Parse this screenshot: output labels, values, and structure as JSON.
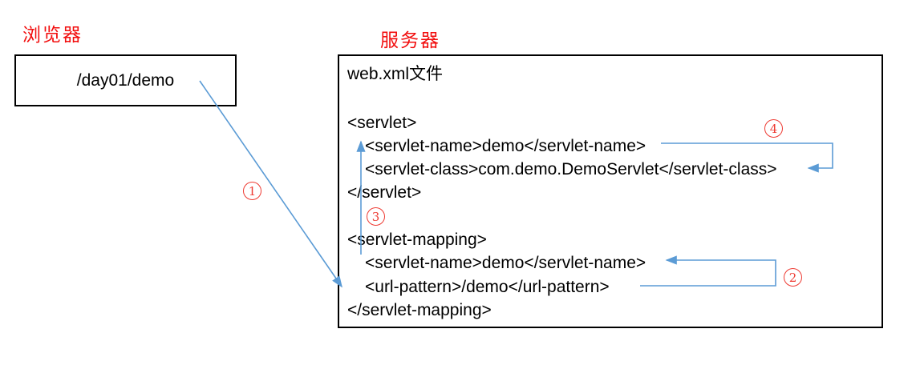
{
  "browser": {
    "title": "浏览器",
    "request_url": "/day01/demo"
  },
  "server": {
    "title": "服务器",
    "file_label": "web.xml文件",
    "code_lines": [
      {
        "text": "<servlet>",
        "indent": false
      },
      {
        "text": "<servlet-name>demo</servlet-name>",
        "indent": true
      },
      {
        "text": "<servlet-class>com.demo.DemoServlet</servlet-class>",
        "indent": true
      },
      {
        "text": "</servlet>",
        "indent": false
      },
      {
        "text": "<servlet-mapping>",
        "indent": false
      },
      {
        "text": "<servlet-name>demo</servlet-name>",
        "indent": true
      },
      {
        "text": "<url-pattern>/demo</url-pattern>",
        "indent": true
      },
      {
        "text": "</servlet-mapping>",
        "indent": false
      }
    ]
  },
  "steps": [
    {
      "label": "1",
      "meaning": "browser request url to url-pattern"
    },
    {
      "label": "2",
      "meaning": "url-pattern to servlet-name in mapping"
    },
    {
      "label": "3",
      "meaning": "mapping servlet-name to servlet servlet-name"
    },
    {
      "label": "4",
      "meaning": "servlet-name to servlet-class"
    }
  ],
  "colors": {
    "arrow_blue": "#5b9bd5",
    "title_red": "#f20d0d",
    "step_red": "#ee3b33",
    "text_black": "#000000",
    "box_border": "#000000"
  }
}
